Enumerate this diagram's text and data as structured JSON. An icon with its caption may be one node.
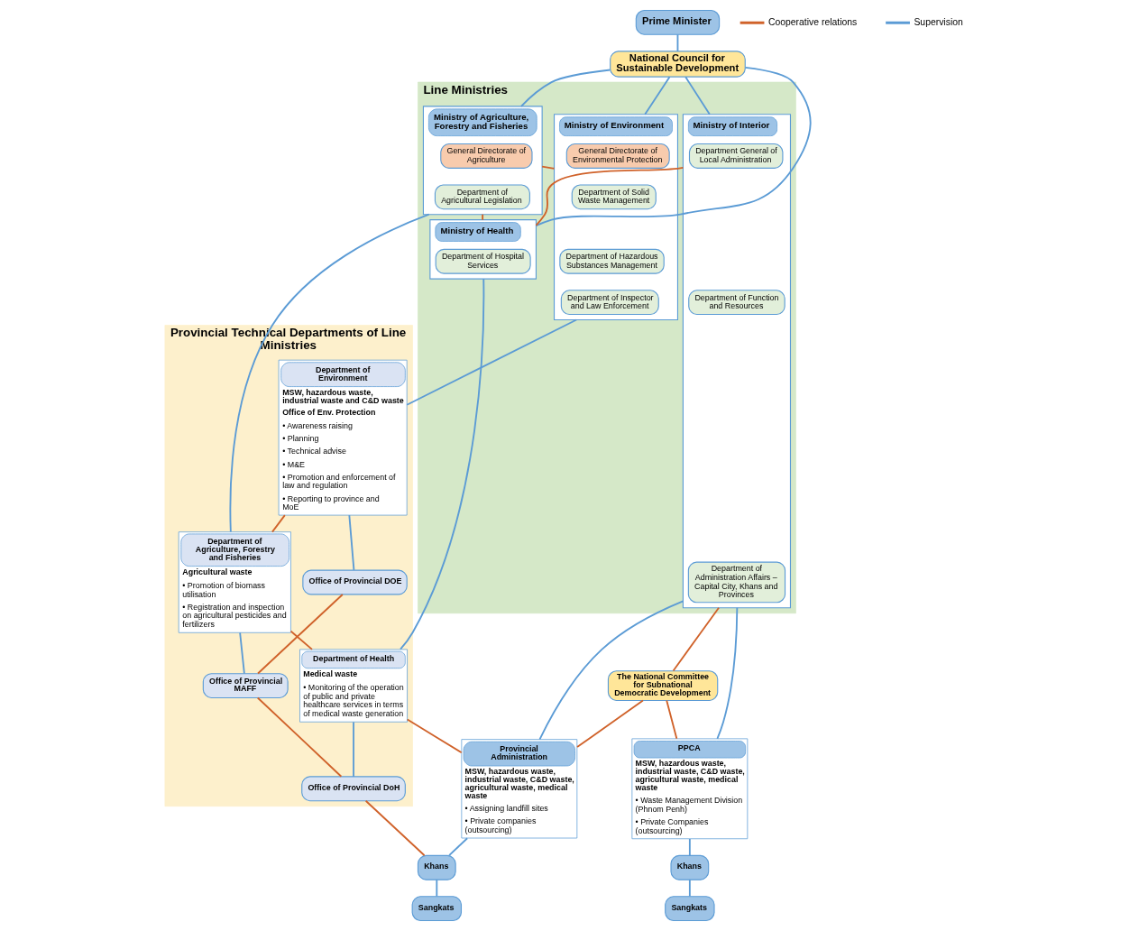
{
  "diagram": {
    "nodes": [
      {
        "text": [
          "Prime Minister"
        ]
      },
      {
        "text": [
          "National Council for Sustainable Development"
        ]
      },
      {
        "text": [
          "Line Ministries"
        ]
      },
      {
        "text": [
          "Ministry of Environment"
        ],
        "in": 2
      },
      {
        "text": [
          "General Directorate of Environmental Protection"
        ],
        "in": 3
      },
      {
        "text": [
          "Department of Solid Waste Management"
        ],
        "in": 3
      },
      {
        "text": [
          "Department of Hazardous Substances Management"
        ],
        "in": 3
      },
      {
        "text": [
          "Department of Inspector and Law Enforcement"
        ],
        "in": 3
      },
      {
        "text": [
          "Ministry of Agriculture, Forestry and Fisheries"
        ],
        "in": 2
      },
      {
        "text": [
          "General Directorate of Agriculture"
        ],
        "in": 8
      },
      {
        "text": [
          "Department of Agricultural Legislation"
        ],
        "in": 8
      },
      {
        "text": [
          "Ministry of Health"
        ],
        "in": 2
      },
      {
        "text": [
          "Department of Hospital Services"
        ],
        "in": 11
      },
      {
        "text": [
          "Ministry of Interior"
        ],
        "in": 2
      },
      {
        "text": [
          "Department General of Local Administration"
        ],
        "in": 13
      },
      {
        "text": [
          "Department of Function and Resources"
        ],
        "in": 13
      },
      {
        "text": [
          "Department of Administration Affairs – Capital City, Khans and Provinces"
        ],
        "in": 13
      },
      {
        "text": [
          "The National Committee for Subnational Democratic Development"
        ]
      },
      {
        "text": [
          "Provincial Technical Departments of Line Ministries"
        ]
      },
      {
        "text": [
          "Department of Environment",
          "MSW, hazardous waste, industrial waste and C&D waste",
          "Office of Env. Protection",
          "• Awareness raising",
          "• Planning",
          "• Technical advise",
          "• M&E",
          "• Promotion and enforcement of law and regulation",
          "• Reporting to province and MoE"
        ],
        "in": 18
      },
      {
        "text": [
          "Department of Agriculture, Forestry and Fisheries",
          "Agricultural waste",
          "• Promotion of biomass utilisation",
          "• Registration and inspection on agricultural pesticides and fertilizers"
        ],
        "in": 18
      },
      {
        "text": [
          "Department of Health",
          "Medical waste",
          "• Monitoring of the operation of public and private healthcare services in terms of medical waste generation"
        ],
        "in": 18
      },
      {
        "text": [
          "Provincial Administration",
          "MSW, hazardous waste, industrial waste, C&D waste, agricultural waste, medical waste",
          "• Assigning landfill sites",
          "• Private companies (outsourcing)"
        ]
      },
      {
        "text": [
          "PPCA",
          "MSW, hazardous waste, industrial waste, C&D waste, agricultural waste, medical waste",
          "• Waste Management Division (Phnom Penh)",
          "• Private Companies (outsourcing)"
        ]
      },
      {
        "text": [
          "Office of Provincial DOE"
        ],
        "in": 18
      },
      {
        "text": [
          "Office of Provincial MAFF"
        ],
        "in": 18
      },
      {
        "text": [
          "Office of Provincial DoH"
        ],
        "in": 18
      },
      {
        "text": [
          "Khans"
        ]
      },
      {
        "text": [
          "Khans"
        ]
      },
      {
        "text": [
          "Sangkats"
        ]
      },
      {
        "text": [
          "Sangkats"
        ]
      }
    ],
    "edges": [
      {
        "from": 0,
        "to": 1,
        "arrow": "none"
      },
      {
        "from": 1,
        "to": 3,
        "arrow": "none"
      },
      {
        "from": 1,
        "to": 8,
        "arrow": "none"
      },
      {
        "from": 1,
        "to": 11,
        "arrow": "none"
      },
      {
        "from": 1,
        "to": 13,
        "arrow": "none"
      },
      {
        "from": 3,
        "to": 8,
        "arrow": "none",
        "color": "#d0622a"
      },
      {
        "from": 8,
        "to": 11,
        "arrow": "none",
        "color": "#d0622a"
      },
      {
        "from": 11,
        "to": 13,
        "arrow": "none",
        "color": "#d0622a"
      },
      {
        "from": 13,
        "to": 17,
        "arrow": "none",
        "color": "#d0622a"
      },
      {
        "from": 3,
        "to": 19,
        "arrow": "none"
      },
      {
        "from": 8,
        "to": 20,
        "arrow": "none"
      },
      {
        "from": 11,
        "to": 21,
        "arrow": "none"
      },
      {
        "from": 13,
        "to": 22,
        "arrow": "none"
      },
      {
        "from": 13,
        "to": 23,
        "arrow": "none"
      },
      {
        "from": 17,
        "to": 22,
        "arrow": "none",
        "color": "#d0622a"
      },
      {
        "from": 17,
        "to": 23,
        "arrow": "none",
        "color": "#d0622a"
      },
      {
        "from": 19,
        "to": 20,
        "arrow": "none",
        "color": "#d0622a"
      },
      {
        "from": 20,
        "to": 21,
        "arrow": "none",
        "color": "#d0622a"
      },
      {
        "from": 21,
        "to": 22,
        "arrow": "none",
        "color": "#d0622a"
      },
      {
        "from": 19,
        "to": 24,
        "arrow": "none"
      },
      {
        "from": 20,
        "to": 25,
        "arrow": "none"
      },
      {
        "from": 21,
        "to": 26,
        "arrow": "none"
      },
      {
        "from": 24,
        "to": 25,
        "arrow": "none",
        "color": "#d0622a"
      },
      {
        "from": 25,
        "to": 26,
        "arrow": "none",
        "color": "#d0622a"
      },
      {
        "from": 26,
        "to": 27,
        "arrow": "none",
        "color": "#d0622a"
      },
      {
        "from": 22,
        "to": 27,
        "arrow": "none"
      },
      {
        "from": 27,
        "to": 29,
        "arrow": "none"
      },
      {
        "from": 23,
        "to": 28,
        "arrow": "none"
      },
      {
        "from": 28,
        "to": 30,
        "arrow": "none"
      }
    ],
    "legend": [
      {
        "text": "Cooperative relations"
      },
      {
        "text": "Supervision"
      }
    ]
  }
}
